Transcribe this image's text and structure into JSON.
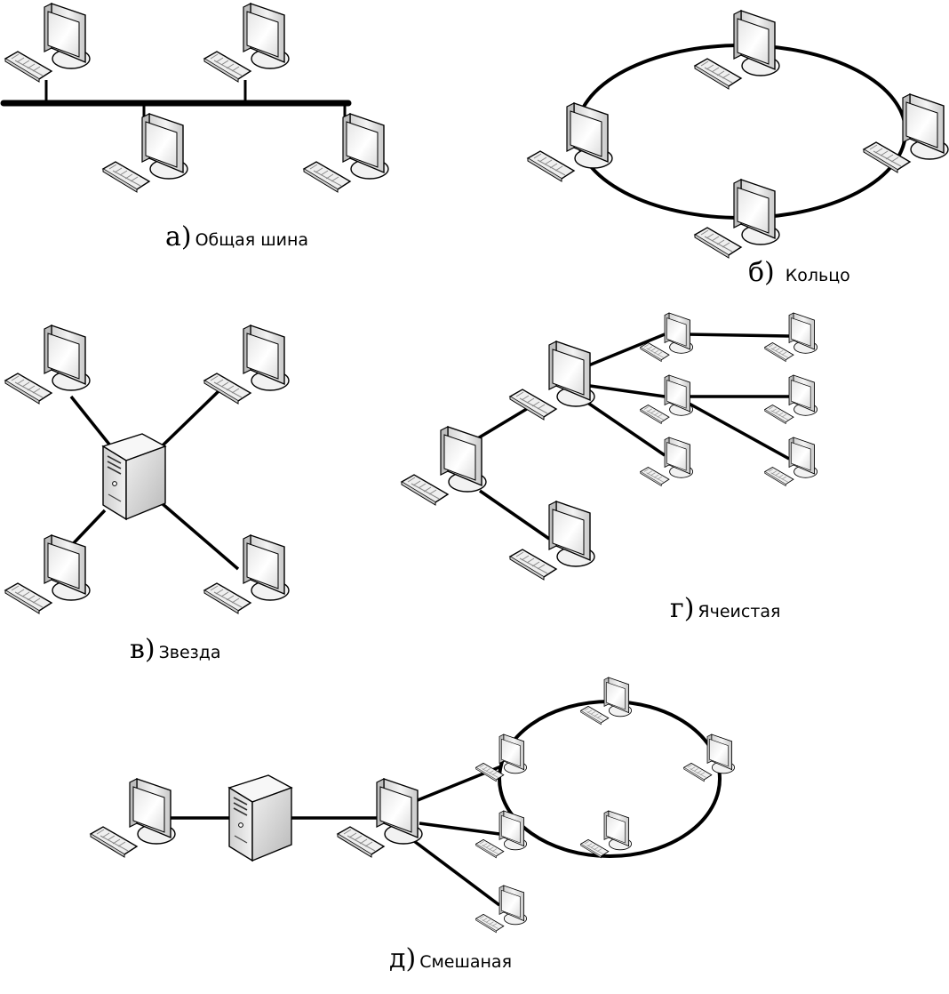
{
  "labels": {
    "bus": {
      "letter": "а)",
      "text": "Общая шина"
    },
    "ring": {
      "letter": "б)",
      "text": "Кольцо"
    },
    "star": {
      "letter": "в)",
      "text": "Звезда"
    },
    "mesh": {
      "letter": "г)",
      "text": "Ячеистая"
    },
    "mixed": {
      "letter": "д)",
      "text": "Смешаная"
    }
  },
  "icons": {
    "workstation": "computer-monitor-keyboard",
    "server": "server-tower"
  },
  "colors": {
    "line": "#000000",
    "background": "#ffffff"
  }
}
